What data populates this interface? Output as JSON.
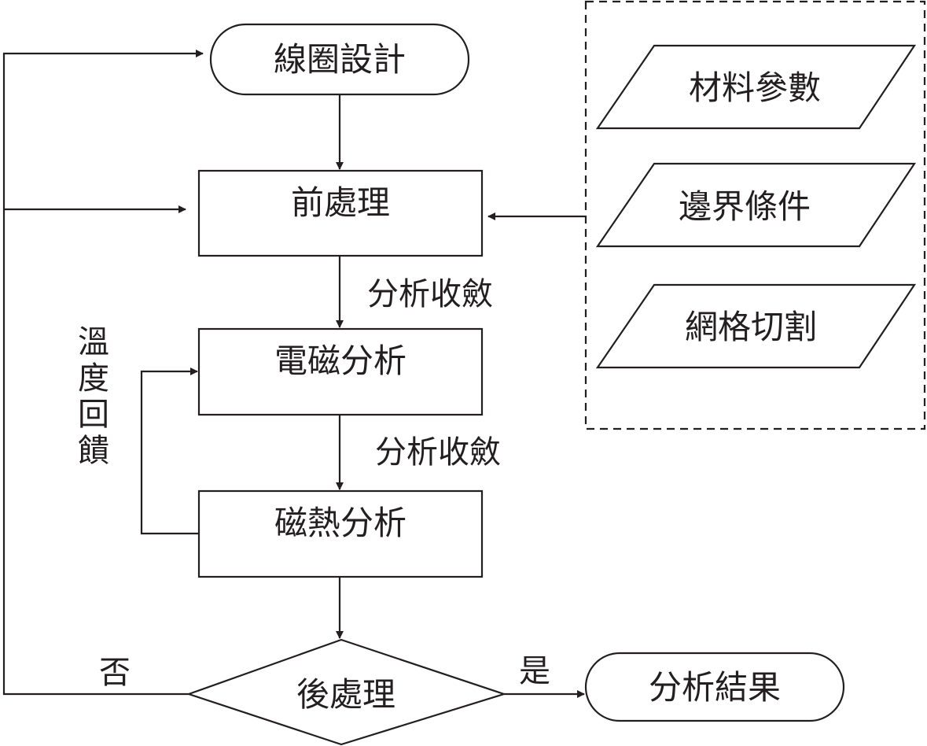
{
  "diagram": {
    "nodes": {
      "coil_design": "線圈設計",
      "preprocess": "前處理",
      "em_analysis": "電磁分析",
      "magnetothermal": "磁熱分析",
      "postprocess": "後處理",
      "result": "分析結果",
      "material_params": "材料參數",
      "boundary_conditions": "邊界條件",
      "meshing": "網格切割"
    },
    "edge_labels": {
      "converge_1": "分析收斂",
      "converge_2": "分析收斂",
      "no": "否",
      "yes": "是"
    },
    "feedback_label": "溫度回饋"
  }
}
